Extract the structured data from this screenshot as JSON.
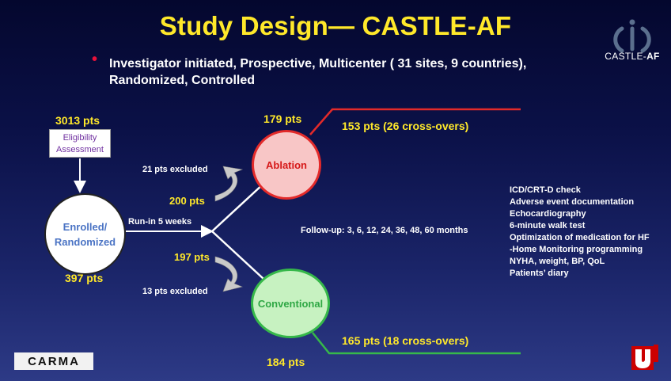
{
  "title": "Study Design— CASTLE-AF",
  "bullet": {
    "symbol": "•",
    "line1": "Investigator initiated, Prospective, Multicenter ( 31 sites, 9 countries),",
    "line2": "Randomized, Controlled"
  },
  "logo": {
    "prefix": "CASTLE-",
    "suffix": "AF"
  },
  "screening": {
    "count": "3013 pts",
    "box_line1": "Eligibility",
    "box_line2": "Assessment"
  },
  "enrolled": {
    "line1": "Enrolled/",
    "line2": "Randomized",
    "count": "397 pts"
  },
  "runin": "Run-in 5 weeks",
  "ablation": {
    "label": "Ablation",
    "count": "179 pts",
    "excluded": "21 pts excluded",
    "remaining": "200 pts",
    "crossovers": "153 pts (26 cross-overs)"
  },
  "conventional": {
    "label": "Conventional",
    "count": "184 pts",
    "excluded": "13 pts excluded",
    "remaining": "197 pts",
    "crossovers": "165 pts (18 cross-overs)"
  },
  "followup": "Follow-up: 3, 6, 12, 24, 36, 48, 60 months",
  "outcomes": [
    "ICD/CRT-D check",
    "Adverse event documentation",
    "Echocardiography",
    "6-minute walk test",
    "Optimization of medication for HF",
    "-Home Monitoring programming",
    "NYHA, weight, BP, QoL",
    "Patients’ diary"
  ],
  "footer_logo": "CARMA",
  "colors": {
    "title": "#ffe82a",
    "bullet": "#e8123a",
    "ablation": "#e32a2a",
    "conventional": "#36b84a",
    "enrolled_text": "#4a73c4",
    "eligibility_text": "#7030a0"
  }
}
